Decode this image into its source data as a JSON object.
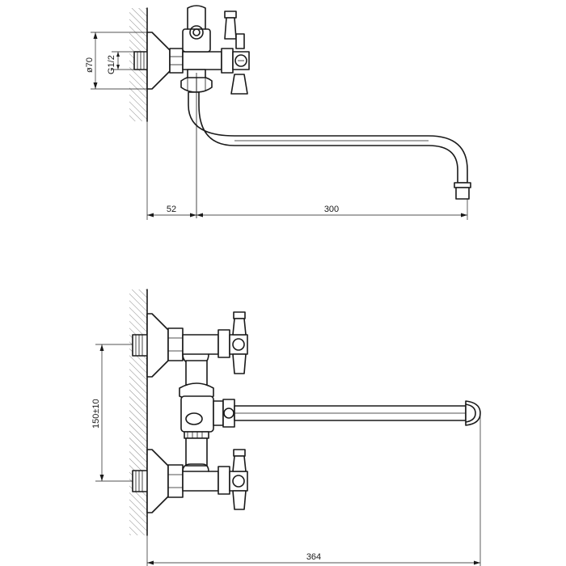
{
  "top_view": {
    "dim_flange_diameter": "ø70",
    "dim_thread": "G1/2",
    "dim_wall_offset": "52",
    "dim_spout_length": "300"
  },
  "front_view": {
    "dim_center_distance": "150±10",
    "dim_total_length": "364"
  }
}
